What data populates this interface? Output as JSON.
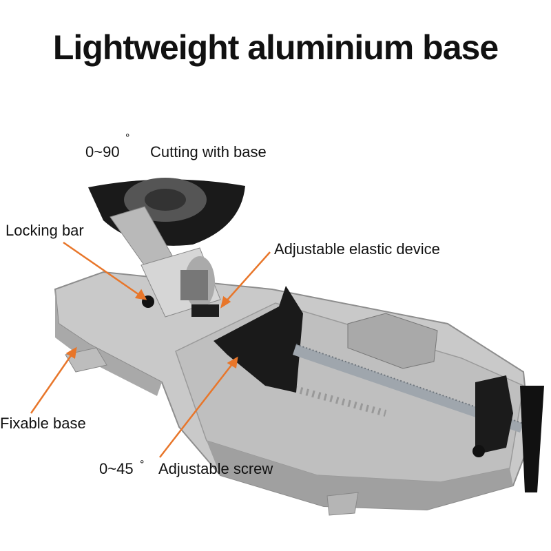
{
  "title": "Lightweight aluminium base",
  "labels": {
    "cut_range": "0~90",
    "degree": "°",
    "cut_text": "Cutting with base",
    "locking_bar": "Locking bar",
    "elastic_device": "Adjustable elastic device",
    "fixable_base": "Fixable base",
    "angle_range": "0~45",
    "adjustable_screw": "Adjustable screw"
  },
  "colors": {
    "arrow": "#E8762A",
    "metal": "#C8C8C8",
    "metal_dark": "#8A8A8A",
    "black": "#151515"
  }
}
